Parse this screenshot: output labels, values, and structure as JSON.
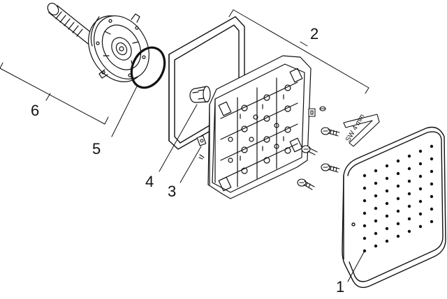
{
  "diagram": {
    "kind": "exploded-parts-view",
    "line_color": "#111111",
    "background": "#ffffff"
  },
  "callouts": [
    {
      "id": "callout-1",
      "label": "1"
    },
    {
      "id": "callout-2",
      "label": "2"
    },
    {
      "id": "callout-3",
      "label": "3"
    },
    {
      "id": "callout-4",
      "label": "4"
    },
    {
      "id": "callout-5",
      "label": "5"
    },
    {
      "id": "callout-6",
      "label": "6"
    }
  ],
  "tool": {
    "label": "SW 4 mm",
    "icon": "hex-key-icon"
  }
}
